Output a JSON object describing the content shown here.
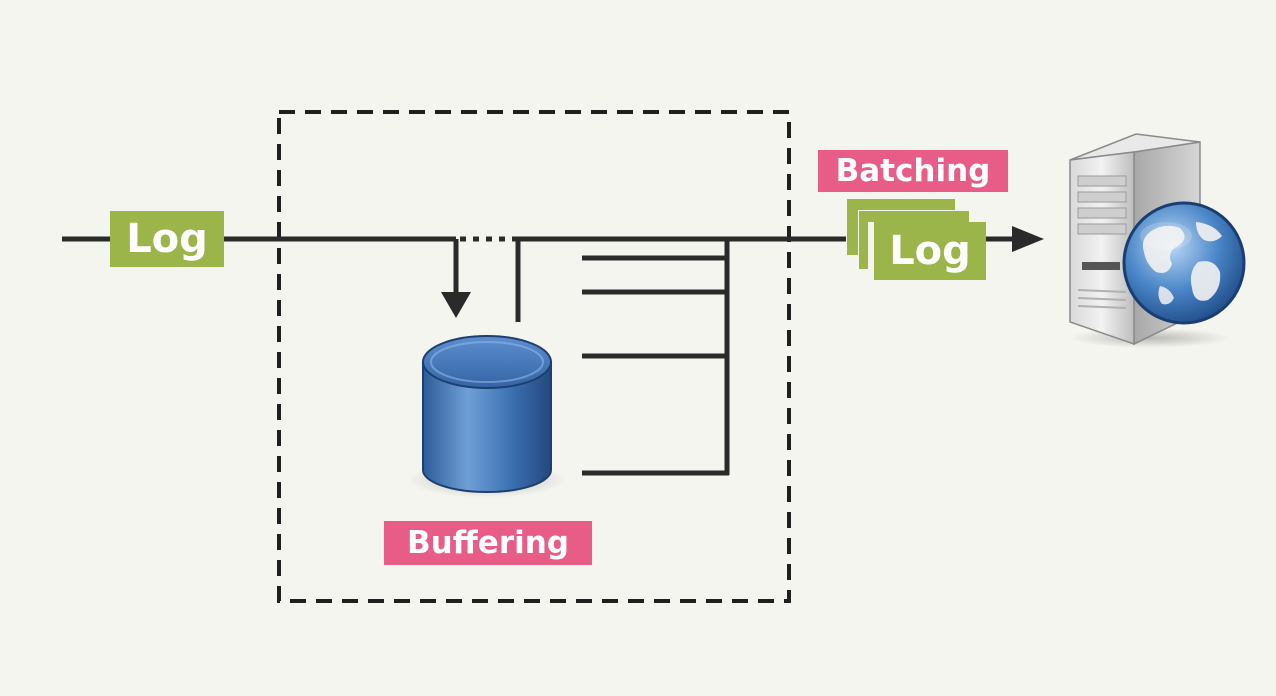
{
  "labels": {
    "log_input": "Log",
    "batching": "Batching",
    "log_output": "Log",
    "buffering": "Buffering"
  },
  "icons": {
    "buffer_store": "database-cylinder-icon",
    "destination": "web-server-globe-icon"
  },
  "colors": {
    "log_label": "#9bb54a",
    "stage_label": "#e85c88",
    "line": "#2a2a2a",
    "cylinder": "#3a6fb0"
  }
}
